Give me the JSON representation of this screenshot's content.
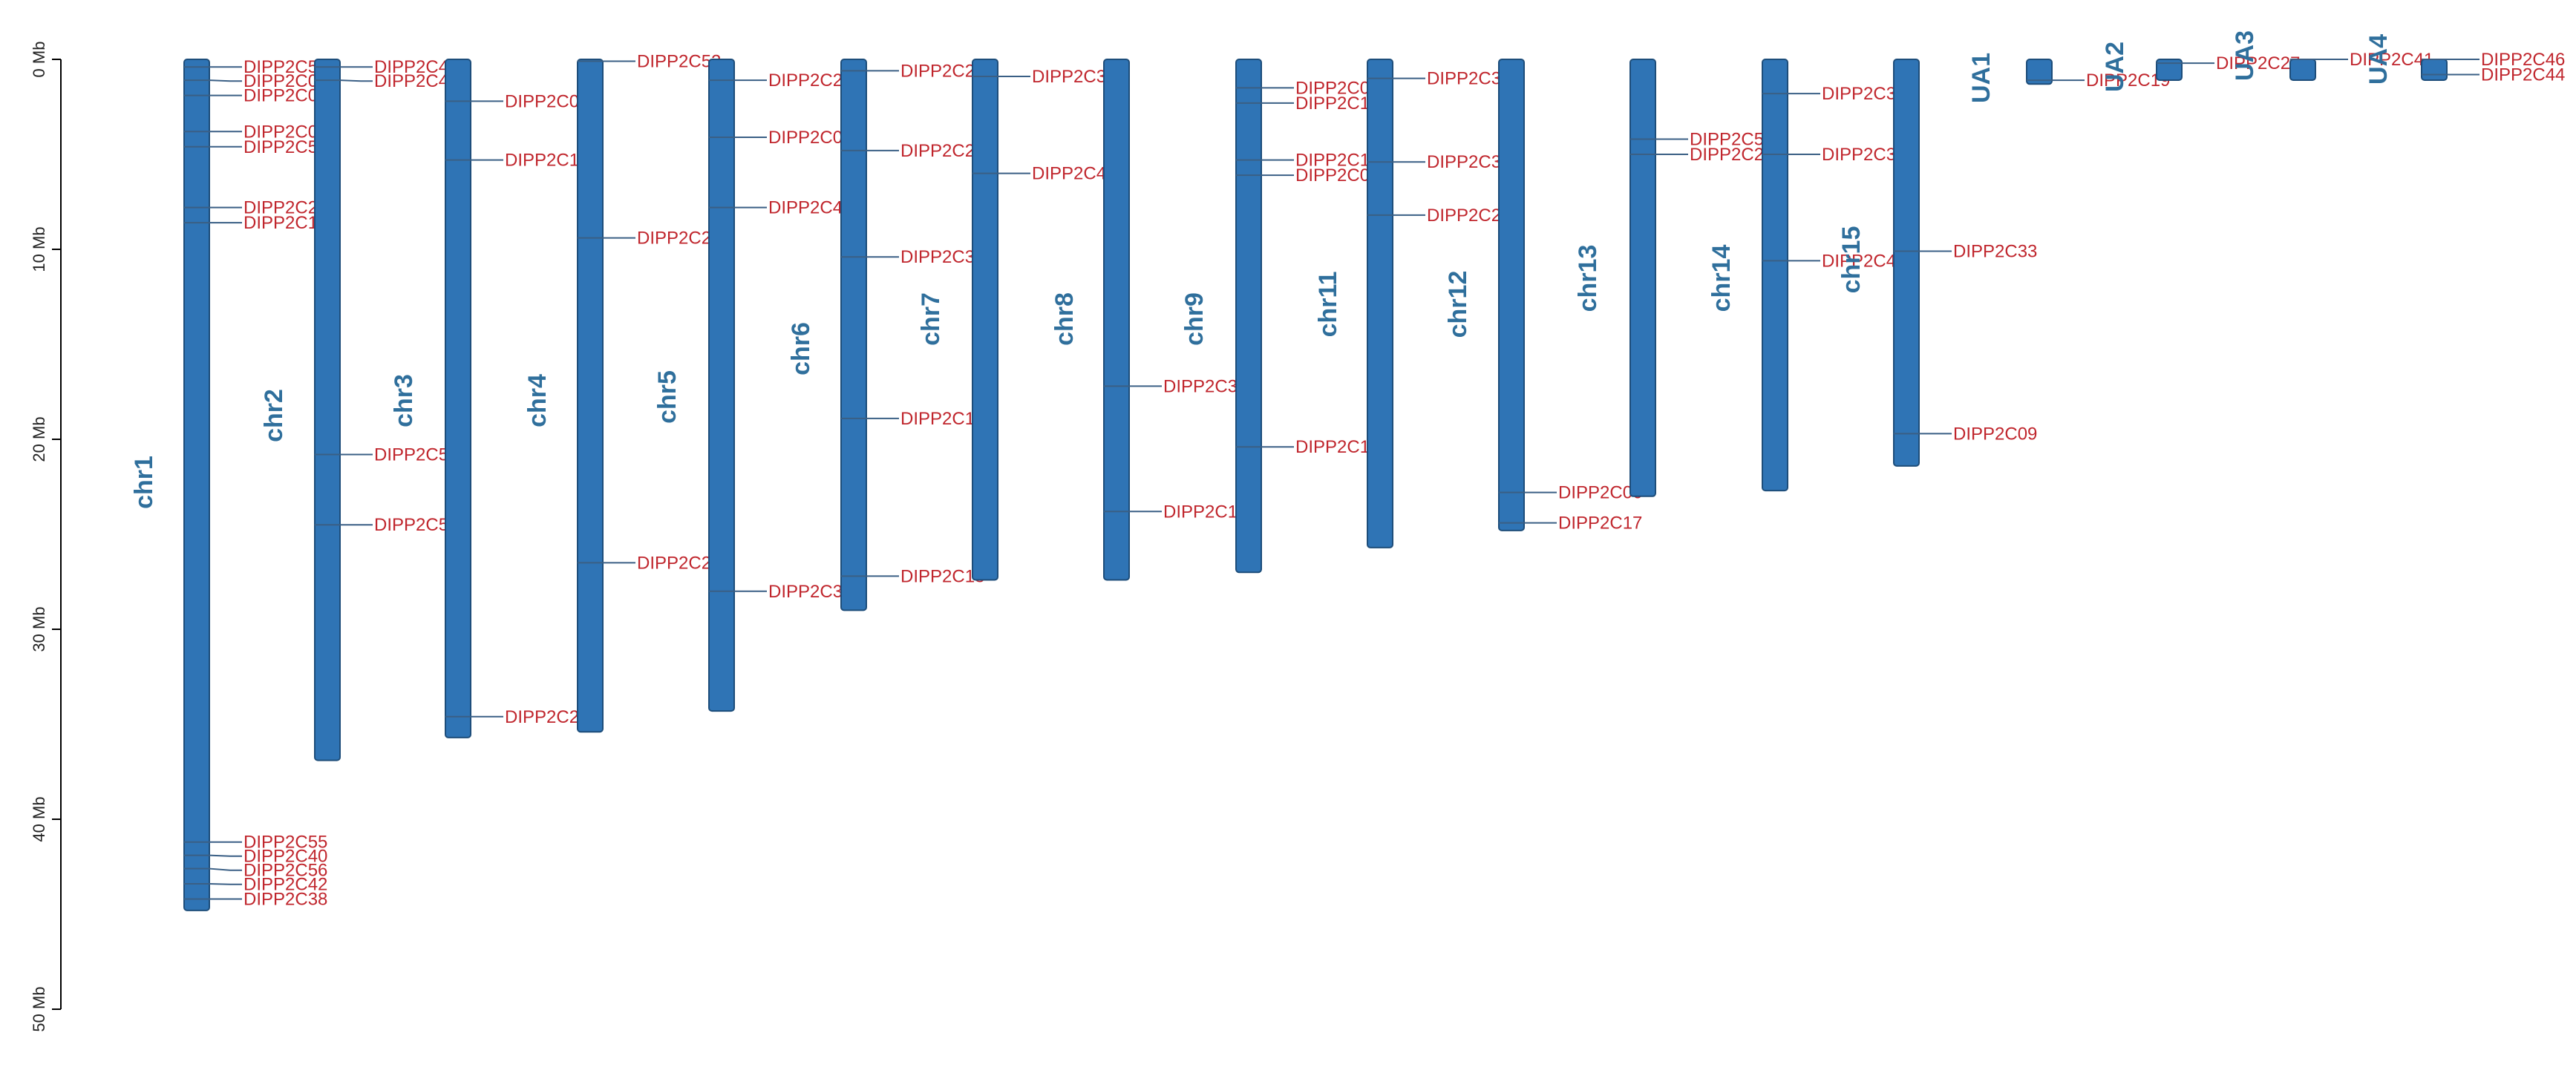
{
  "axis": {
    "ticks": [
      {
        "value": 0,
        "label": "0 Mb"
      },
      {
        "value": 10,
        "label": "10 Mb"
      },
      {
        "value": 20,
        "label": "20 Mb"
      },
      {
        "value": 30,
        "label": "30 Mb"
      },
      {
        "value": 40,
        "label": "40 Mb"
      },
      {
        "value": 50,
        "label": "50 Mb"
      }
    ],
    "range": [
      0,
      50
    ]
  },
  "colors": {
    "chromosome": "#2f74b5",
    "chromosome_label": "#2f6f9c",
    "gene_label": "#c0262d",
    "connector": "#3a5f85",
    "axis": "#000000"
  },
  "chromosomes": [
    {
      "name": "chr1",
      "length": 44.8,
      "genes": [
        {
          "name": "DIPP2C57",
          "pos": 0.4
        },
        {
          "name": "DIPP2C04",
          "pos": 1.1
        },
        {
          "name": "DIPP2C02",
          "pos": 1.9
        },
        {
          "name": "DIPP2C01",
          "pos": 3.8
        },
        {
          "name": "DIPP2C50",
          "pos": 4.6
        },
        {
          "name": "DIPP2C25",
          "pos": 7.8
        },
        {
          "name": "DIPP2C11",
          "pos": 8.6
        },
        {
          "name": "DIPP2C55",
          "pos": 41.2
        },
        {
          "name": "DIPP2C40",
          "pos": 41.9
        },
        {
          "name": "DIPP2C56",
          "pos": 42.6
        },
        {
          "name": "DIPP2C42",
          "pos": 43.4
        },
        {
          "name": "DIPP2C38",
          "pos": 44.2
        }
      ]
    },
    {
      "name": "chr2",
      "length": 36.9,
      "genes": [
        {
          "name": "DIPP2C47",
          "pos": 0.4
        },
        {
          "name": "DIPP2C46",
          "pos": 1.1
        },
        {
          "name": "DIPP2C53",
          "pos": 20.8
        },
        {
          "name": "DIPP2C54",
          "pos": 24.5
        }
      ]
    },
    {
      "name": "chr3",
      "length": 35.7,
      "genes": [
        {
          "name": "DIPP2C03",
          "pos": 2.2
        },
        {
          "name": "DIPP2C14",
          "pos": 5.3
        },
        {
          "name": "DIPP2C26",
          "pos": 34.6
        }
      ]
    },
    {
      "name": "chr4",
      "length": 35.4,
      "genes": [
        {
          "name": "DIPP2C52",
          "pos": 0.1
        },
        {
          "name": "DIPP2C21",
          "pos": 9.4
        },
        {
          "name": "DIPP2C20",
          "pos": 26.5
        }
      ]
    },
    {
      "name": "chr5",
      "length": 34.3,
      "genes": [
        {
          "name": "DIPP2C23",
          "pos": 1.1
        },
        {
          "name": "DIPP2C09",
          "pos": 4.1
        },
        {
          "name": "DIPP2C49",
          "pos": 7.8
        },
        {
          "name": "DIPP2C35",
          "pos": 28.0
        }
      ]
    },
    {
      "name": "chr6",
      "length": 29.0,
      "genes": [
        {
          "name": "DIPP2C29",
          "pos": 0.6
        },
        {
          "name": "DIPP2C22",
          "pos": 4.8
        },
        {
          "name": "DIPP2C30",
          "pos": 10.4
        },
        {
          "name": "DIPP2C12",
          "pos": 18.9
        },
        {
          "name": "DIPP2C18",
          "pos": 27.2
        }
      ]
    },
    {
      "name": "chr7",
      "length": 27.4,
      "genes": [
        {
          "name": "DIPP2C37",
          "pos": 0.9
        },
        {
          "name": "DIPP2C43",
          "pos": 6.0
        }
      ]
    },
    {
      "name": "chr8",
      "length": 27.4,
      "genes": [
        {
          "name": "DIPP2C31",
          "pos": 17.2
        },
        {
          "name": "DIPP2C15",
          "pos": 23.8
        }
      ]
    },
    {
      "name": "chr9",
      "length": 27.0,
      "genes": [
        {
          "name": "DIPP2C07",
          "pos": 1.5
        },
        {
          "name": "DIPP2C13",
          "pos": 2.3
        },
        {
          "name": "DIPP2C10",
          "pos": 5.3
        },
        {
          "name": "DIPP2C05",
          "pos": 6.1
        },
        {
          "name": "DIPP2C16",
          "pos": 20.4
        }
      ]
    },
    {
      "name": "chr11",
      "length": 25.7,
      "genes": [
        {
          "name": "DIPP2C32",
          "pos": 1.0
        },
        {
          "name": "DIPP2C39",
          "pos": 5.4
        },
        {
          "name": "DIPP2C27",
          "pos": 8.2
        }
      ]
    },
    {
      "name": "chr12",
      "length": 24.8,
      "genes": [
        {
          "name": "DIPP2C06",
          "pos": 22.8
        },
        {
          "name": "DIPP2C17",
          "pos": 24.4
        }
      ]
    },
    {
      "name": "chr13",
      "length": 23.0,
      "genes": [
        {
          "name": "DIPP2C51",
          "pos": 4.2
        },
        {
          "name": "DIPP2C24",
          "pos": 5.0
        }
      ]
    },
    {
      "name": "chr14",
      "length": 22.7,
      "genes": [
        {
          "name": "DIPP2C36",
          "pos": 1.8
        },
        {
          "name": "DIPP2C34",
          "pos": 5.0
        },
        {
          "name": "DIPP2C48",
          "pos": 10.6
        }
      ]
    },
    {
      "name": "chr15",
      "length": 21.4,
      "genes": [
        {
          "name": "DIPP2C33",
          "pos": 10.1
        },
        {
          "name": "DIPP2C09",
          "pos": 19.7
        }
      ]
    },
    {
      "name": "UA1",
      "length": 1.3,
      "genes": [
        {
          "name": "DIPP2C19",
          "pos": 1.1
        }
      ]
    },
    {
      "name": "UA2",
      "length": 0.9,
      "genes": [
        {
          "name": "DIPP2C27",
          "pos": 0.2
        }
      ]
    },
    {
      "name": "UA3",
      "length": 0.1,
      "genes": [
        {
          "name": "DIPP2C41",
          "pos": 0.0
        }
      ]
    },
    {
      "name": "UA4",
      "length": 0.1,
      "genes": [
        {
          "name": "DIPP2C46",
          "pos": 0.0
        },
        {
          "name": "DIPP2C44",
          "pos": 0.8
        }
      ]
    }
  ]
}
